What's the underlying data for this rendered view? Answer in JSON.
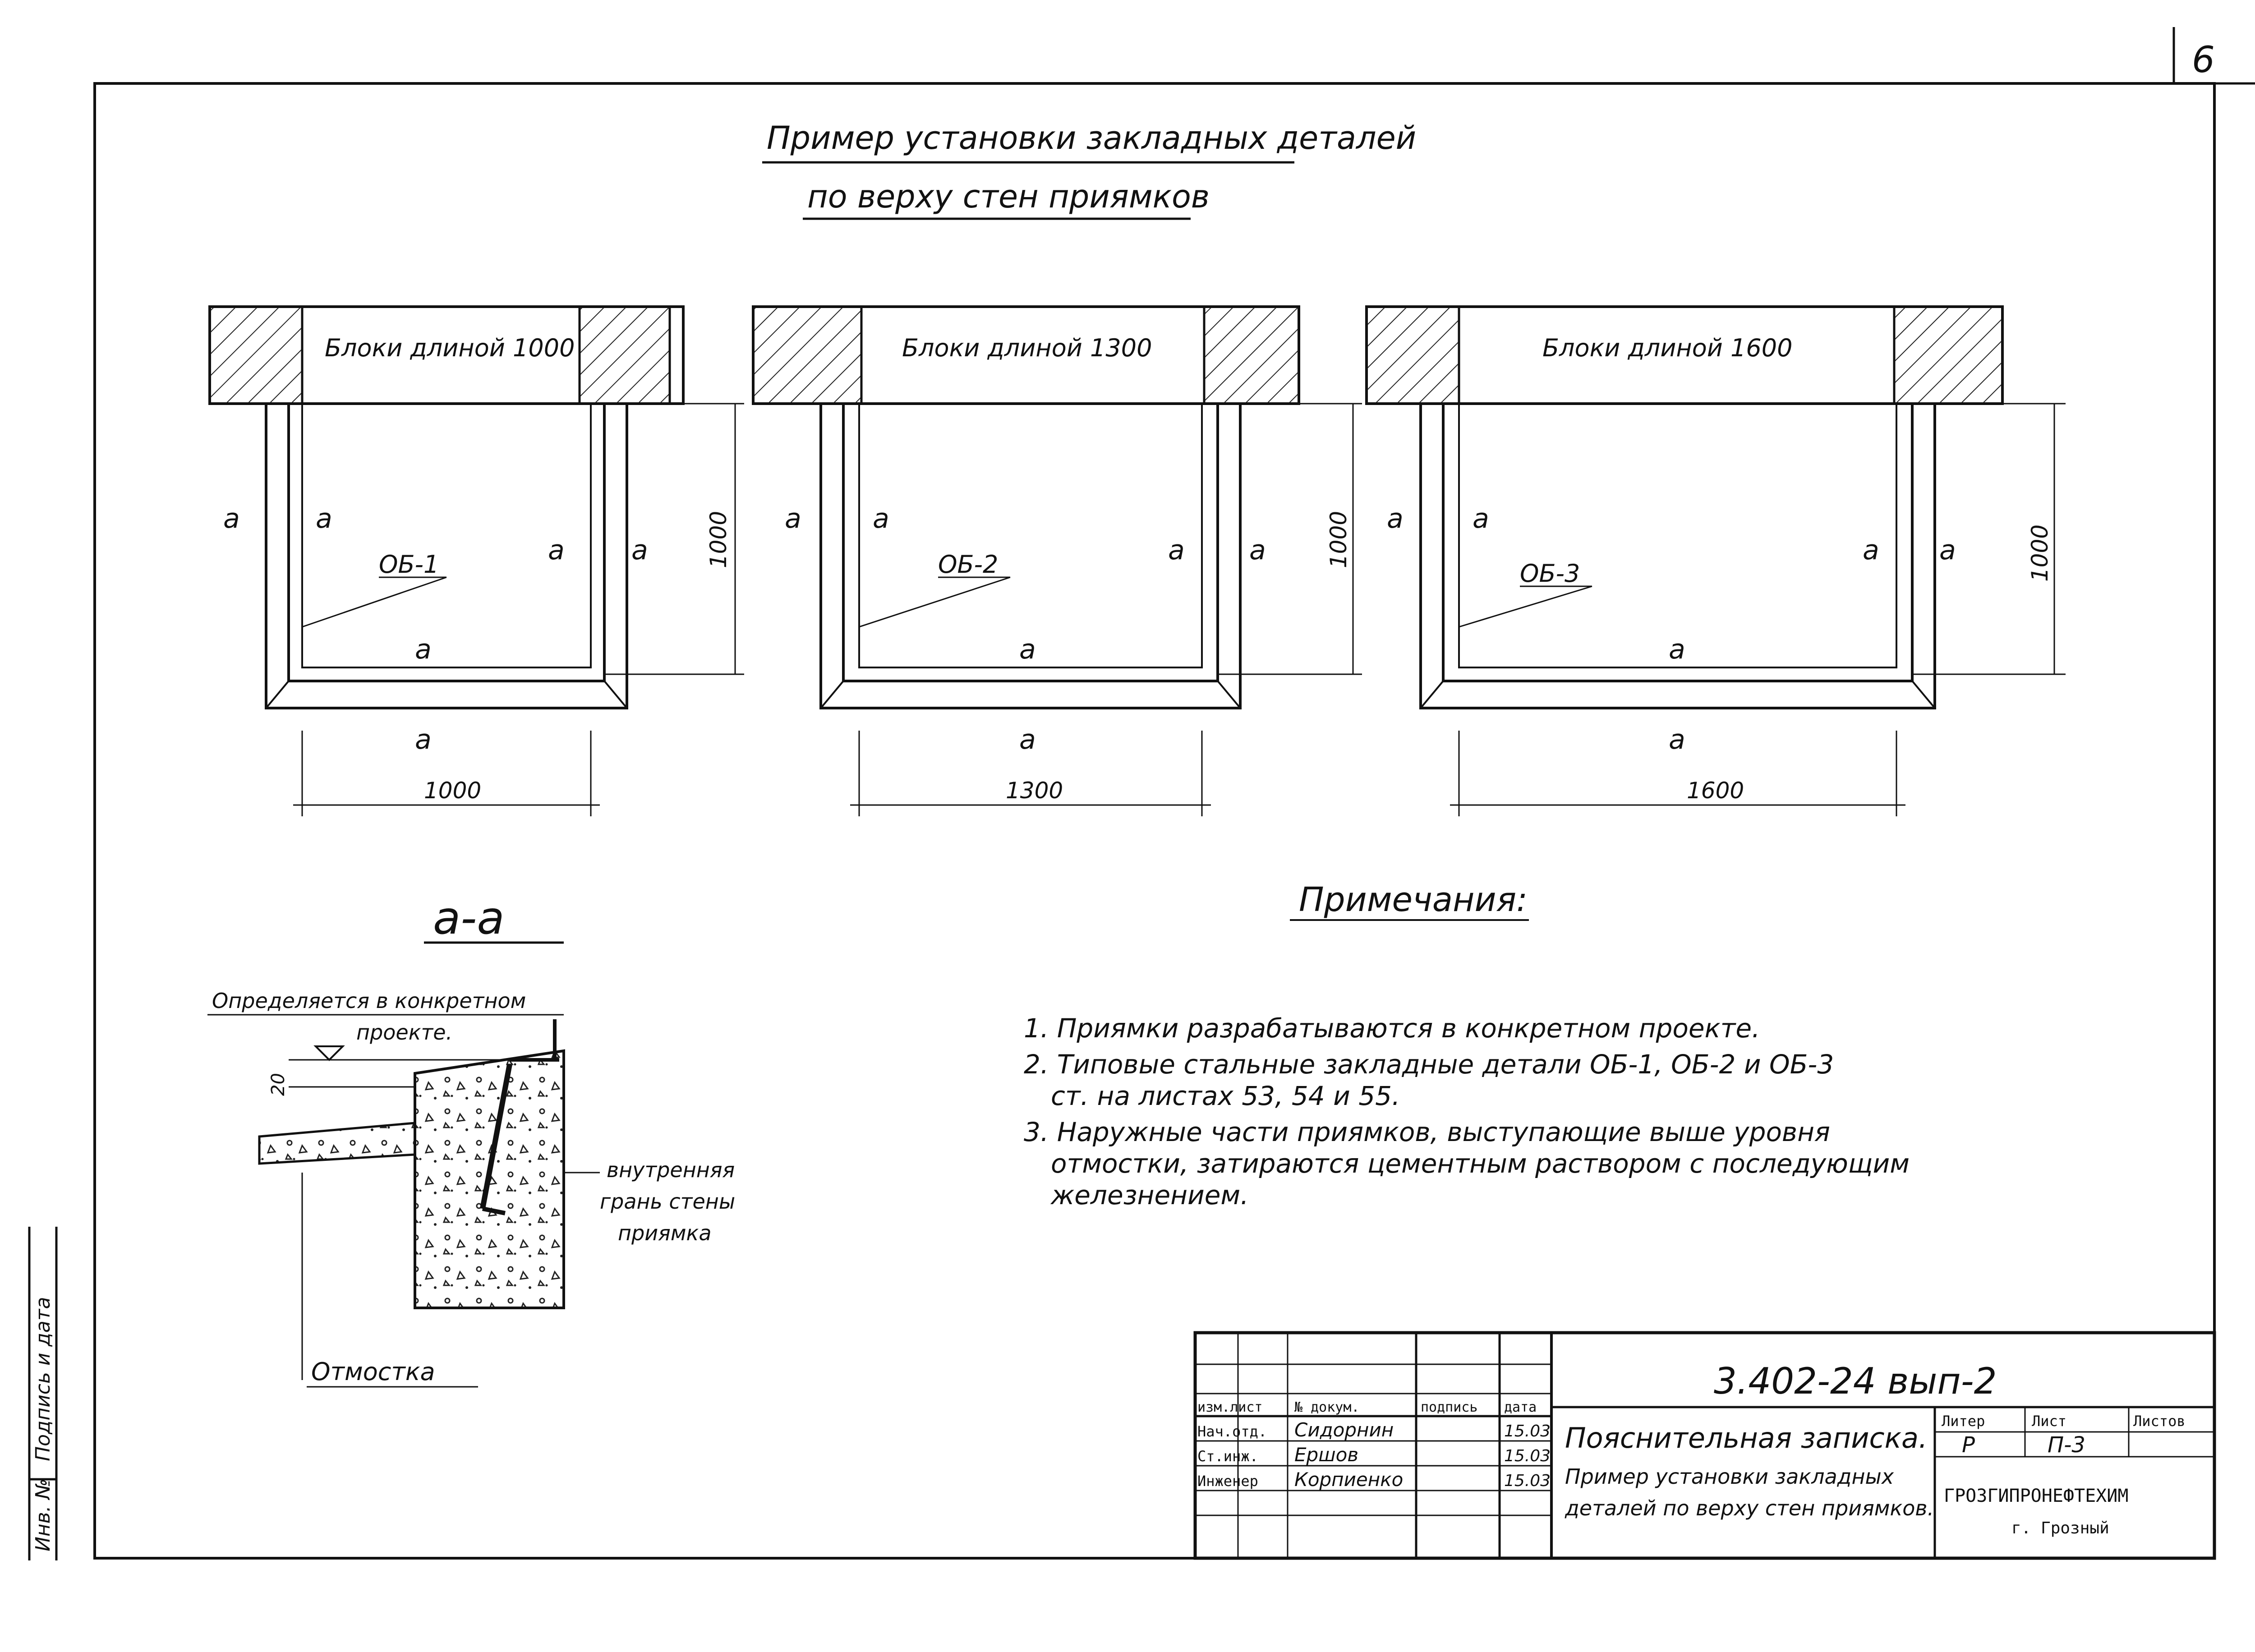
{
  "sheet_number": "6",
  "title": {
    "line1": "Пример установки закладных деталей",
    "line2": "по верху стен приямков"
  },
  "panels": [
    {
      "block_label": "Блоки длиной 1000",
      "part_label": "ОБ-1",
      "width_dim": "1000",
      "height_dim": "1000",
      "section_mark": "а"
    },
    {
      "block_label": "Блоки длиной 1300",
      "part_label": "ОБ-2",
      "width_dim": "1300",
      "height_dim": "1000",
      "section_mark": "а"
    },
    {
      "block_label": "Блоки длиной 1600",
      "part_label": "ОБ-3",
      "width_dim": "1600",
      "height_dim": "1000",
      "section_mark": "а"
    }
  ],
  "section": {
    "title": "а-а",
    "note_top_line1": "Определяется в конкретном",
    "note_top_line2": "проекте.",
    "dim": "20",
    "inner_face_line1": "внутренняя",
    "inner_face_line2": "грань стены",
    "inner_face_line3": "приямка",
    "ground_label": "Отмостка"
  },
  "notes": {
    "heading": "Примечания:",
    "items": [
      "1. Приямки разрабатываются в конкретном проекте.",
      "2. Типовые стальные закладные детали ОБ-1, ОБ-2 и ОБ-3",
      "ст. на листах 53, 54 и 55.",
      "3. Наружные части приямков, выступающие выше уровня",
      "отмостки, затираются цементным раствором с последующим",
      "железнением."
    ]
  },
  "side_stamp": {
    "inv": "Инв. №",
    "sign_date": "Подпись и дата"
  },
  "title_block": {
    "code": "3.402-24 вып-2",
    "headers": {
      "col1": "изм.лист",
      "col2": "№ докум.",
      "col3": "подпись",
      "col4": "дата"
    },
    "rows": [
      {
        "role": "Нач.отд.",
        "name": "Сидорнин",
        "date": "15.03"
      },
      {
        "role": "Ст.инж.",
        "name": "Ершов",
        "date": "15.03"
      },
      {
        "role": "Инженер",
        "name": "Корпиенко",
        "date": "15.03"
      }
    ],
    "doc_title": "Пояснительная записка.",
    "doc_sub1": "Пример установки закладных",
    "doc_sub2": "деталей по верху стен приямков.",
    "litera_h": "Литер",
    "sheet_h": "Лист",
    "sheets_h": "Листов",
    "litera": "Р",
    "sheet": "П-3",
    "org": "ГРОЗГИПРОНЕФТЕХИМ",
    "city": "г. Грозный"
  }
}
